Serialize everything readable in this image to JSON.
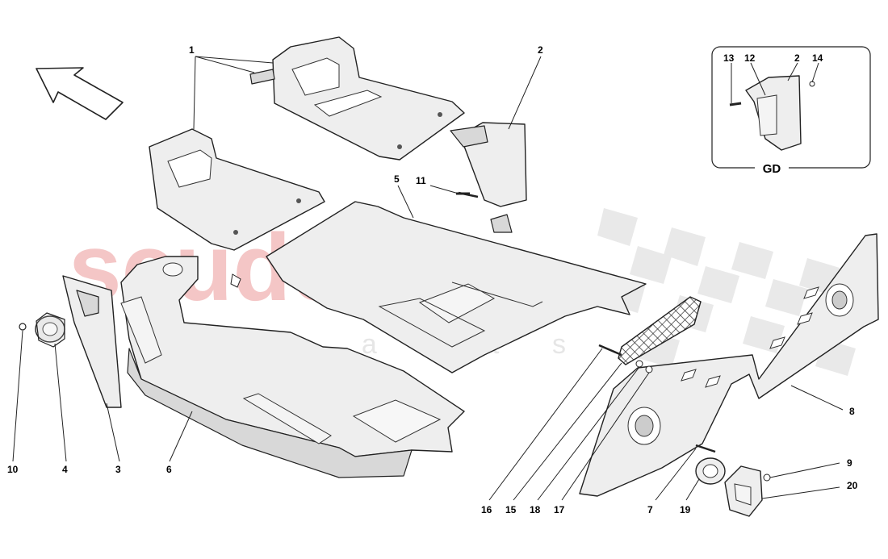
{
  "watermark": {
    "brand": "scuderia",
    "sub": "c a r p a r t s"
  },
  "inset": {
    "label": "GD"
  },
  "callouts": [
    {
      "id": "c1",
      "text": "1"
    },
    {
      "id": "c2",
      "text": "2"
    },
    {
      "id": "c2i",
      "text": "2"
    },
    {
      "id": "c3",
      "text": "3"
    },
    {
      "id": "c4",
      "text": "4"
    },
    {
      "id": "c5",
      "text": "5"
    },
    {
      "id": "c6",
      "text": "6"
    },
    {
      "id": "c7",
      "text": "7"
    },
    {
      "id": "c8",
      "text": "8"
    },
    {
      "id": "c9",
      "text": "9"
    },
    {
      "id": "c10",
      "text": "10"
    },
    {
      "id": "c11",
      "text": "11"
    },
    {
      "id": "c12",
      "text": "12"
    },
    {
      "id": "c13",
      "text": "13"
    },
    {
      "id": "c14",
      "text": "14"
    },
    {
      "id": "c15",
      "text": "15"
    },
    {
      "id": "c16",
      "text": "16"
    },
    {
      "id": "c17",
      "text": "17"
    },
    {
      "id": "c18",
      "text": "18"
    },
    {
      "id": "c19",
      "text": "19"
    },
    {
      "id": "c20",
      "text": "20"
    }
  ]
}
